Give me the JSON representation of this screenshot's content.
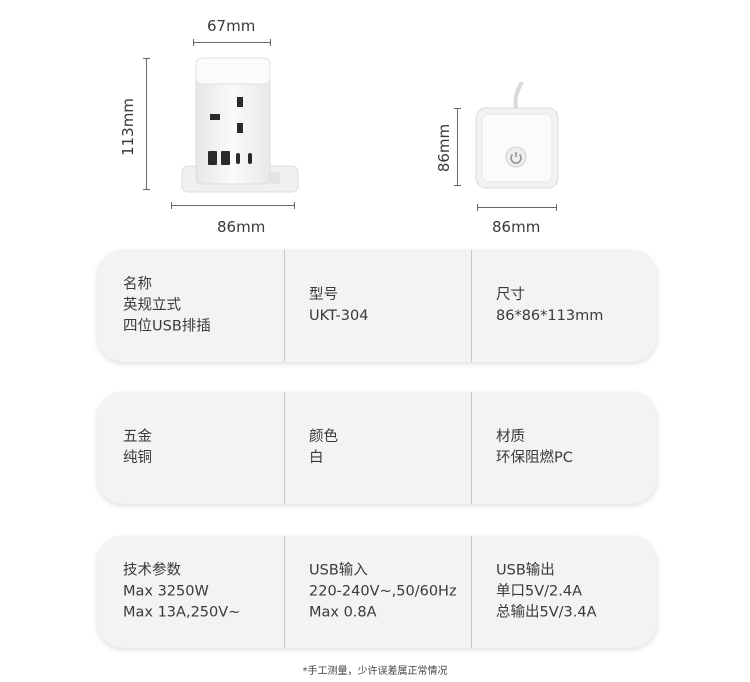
{
  "dimensions": {
    "tower_width": "67mm",
    "tower_height": "113mm",
    "tower_base": "86mm",
    "base_side": "86mm",
    "base_width": "86mm"
  },
  "colors": {
    "card_background": "#f3f3f3",
    "product_body": "#f5f5f5",
    "socket": "#2a2a2a"
  },
  "specs": [
    [
      {
        "lines": [
          "名称",
          "英规立式",
          "四位USB排插"
        ]
      },
      {
        "lines": [
          "型号",
          "UKT-304"
        ]
      },
      {
        "lines": [
          "尺寸",
          "86*86*113mm"
        ]
      }
    ],
    [
      {
        "lines": [
          "五金",
          "纯铜"
        ]
      },
      {
        "lines": [
          "颜色",
          "白"
        ]
      },
      {
        "lines": [
          "材质",
          "环保阻燃PC"
        ]
      }
    ],
    [
      {
        "lines": [
          "技术参数",
          "Max 3250W",
          "Max 13A,250V~"
        ]
      },
      {
        "lines": [
          "USB输入",
          "220-240V~,50/60Hz",
          "Max 0.8A"
        ]
      },
      {
        "lines": [
          "USB输出",
          "单口5V/2.4A",
          "总输出5V/3.4A"
        ]
      }
    ]
  ],
  "footnote": "*手工测量，少许误差属正常情况"
}
